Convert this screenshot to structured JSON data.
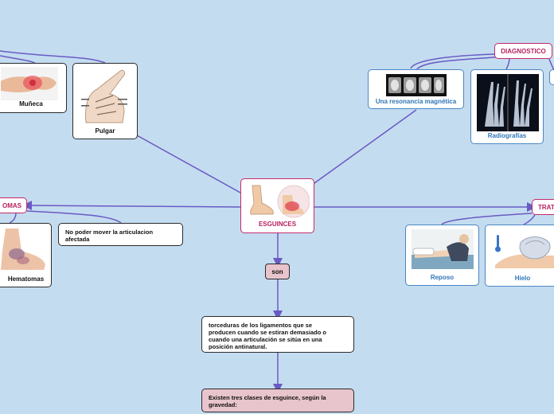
{
  "center": {
    "label": "ESGUINCES"
  },
  "diagnostico": {
    "label": "DIAGNOSTICO",
    "children": [
      "Una resonancia magnética",
      "Radiografías"
    ]
  },
  "tratamiento": {
    "label": "TRAT",
    "children": [
      "Reposo",
      "Hielo"
    ]
  },
  "sintomas": {
    "label": "OMAS",
    "children": [
      "Hematomas",
      "No poder mover la articulacion afectada"
    ]
  },
  "zonas": {
    "children": [
      "Muñeca",
      "Pulgar"
    ]
  },
  "son": {
    "label": "son",
    "definition": "torceduras de los ligamentos que se producen cuando se estiran demasiado o cuando una articulación se sitúa en una posición antinatural.",
    "clases": "Existen tres clases de esguince, según la gravedad:"
  },
  "colors": {
    "line": "#6a5ac4",
    "pink": "#c22a6c",
    "blue": "#4a87c4",
    "background": "#c4dcf0"
  }
}
